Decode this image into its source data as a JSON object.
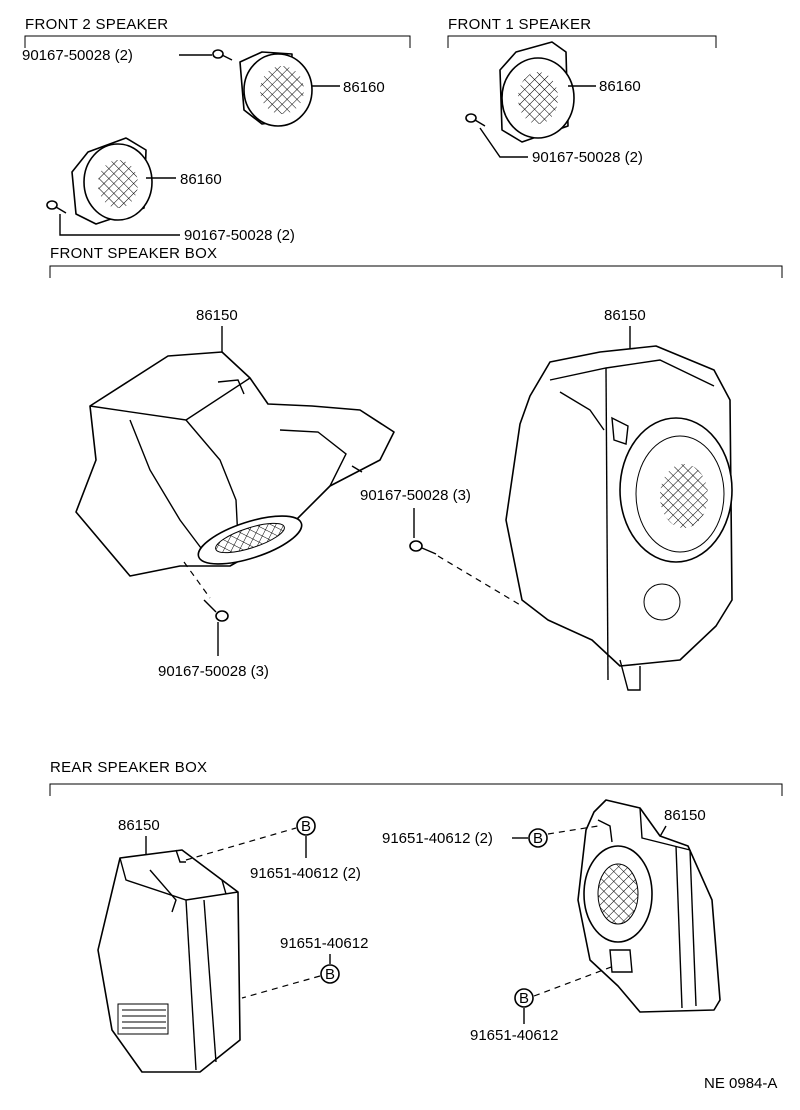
{
  "sections": {
    "front2": "FRONT 2 SPEAKER",
    "front1": "FRONT 1 SPEAKER",
    "front_box": "FRONT SPEAKER BOX",
    "rear_box": "REAR SPEAKER BOX"
  },
  "labels": {
    "f2_screw": "90167-50028 (2)",
    "f2_spk_upper": "86160",
    "f2_spk_lower": "86160",
    "f2_screw_lower": "90167-50028 (2)",
    "f1_spk": "86160",
    "f1_screw": "90167-50028 (2)",
    "fb_left_box": "86150",
    "fb_right_box": "86150",
    "fb_screw_mid": "90167-50028 (3)",
    "fb_screw_low": "90167-50028 (3)",
    "rb_left_box": "86150",
    "rb_left_clip_upper": "91651-40612 (2)",
    "rb_left_clip_lower": "91651-40612",
    "rb_right_box": "86150",
    "rb_right_clip_upper": "91651-40612 (2)",
    "rb_right_clip_lower": "91651-40612",
    "clip_marker": "B"
  },
  "diagram_code": "NE 0984-A"
}
